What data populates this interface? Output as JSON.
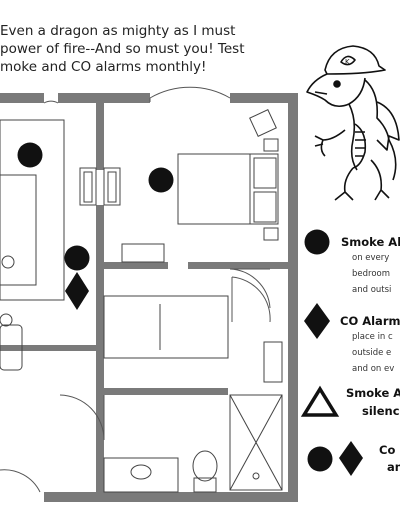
{
  "intro": {
    "lines": [
      "Even a dragon as mighty as I must",
      "power of fire--And so must you!  Test",
      "moke and CO alarms monthly!"
    ]
  },
  "legend": {
    "smoke": {
      "title": "Smoke Al",
      "lines": [
        "on every",
        "bedroom",
        "and outsi"
      ]
    },
    "co": {
      "title": "CO Alarm",
      "lines": [
        "place in c",
        "outside e",
        "and on ev"
      ]
    },
    "silence": {
      "title_line1": "Smoke A",
      "title_line2": "silence"
    },
    "combo": {
      "title_line1": "Co",
      "title_line2": "and"
    }
  },
  "colors": {
    "wall": "#7a7a7a",
    "line": "#444444",
    "marker": "#111111"
  },
  "icons": {
    "smoke": "filled-circle",
    "co": "filled-diamond",
    "silence": "outline-triangle",
    "dragon": "dragon-mascot-with-firefighter-helmet"
  }
}
